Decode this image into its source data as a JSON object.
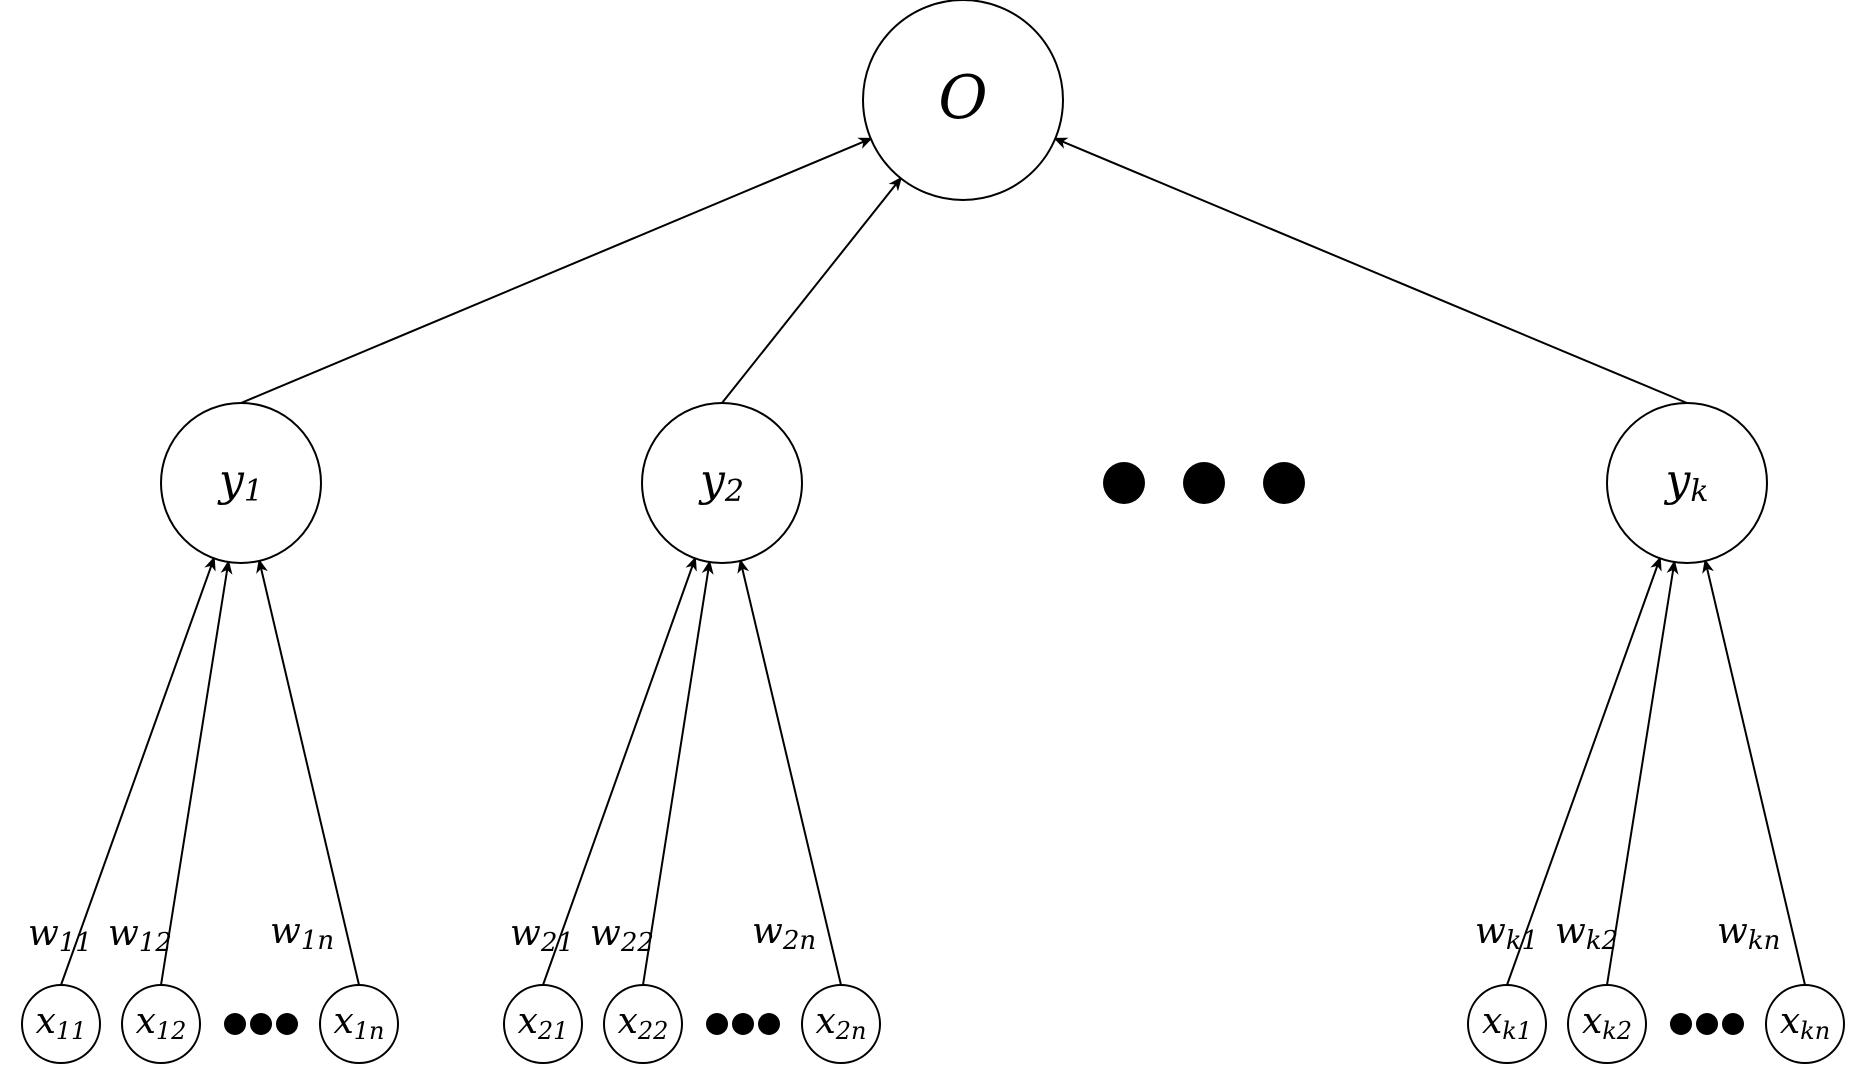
{
  "diagram": {
    "output_node": {
      "id": "O",
      "label": "O"
    },
    "hidden_nodes": [
      {
        "id": "y1",
        "base": "y",
        "sub": "1"
      },
      {
        "id": "y2",
        "base": "y",
        "sub": "2"
      },
      {
        "id": "yk",
        "base": "y",
        "sub": "k"
      }
    ],
    "groups": [
      {
        "parent": "y1",
        "inputs": [
          {
            "id": "x11",
            "base": "x",
            "sub": "11"
          },
          {
            "id": "x12",
            "base": "x",
            "sub": "12"
          },
          {
            "id": "x1n",
            "base": "x",
            "sub": "1n"
          }
        ],
        "weights": [
          {
            "base": "w",
            "sub": "11"
          },
          {
            "base": "w",
            "sub": "12"
          },
          {
            "base": "w",
            "sub": "1n"
          }
        ]
      },
      {
        "parent": "y2",
        "inputs": [
          {
            "id": "x21",
            "base": "x",
            "sub": "21"
          },
          {
            "id": "x22",
            "base": "x",
            "sub": "22"
          },
          {
            "id": "x2n",
            "base": "x",
            "sub": "2n"
          }
        ],
        "weights": [
          {
            "base": "w",
            "sub": "21"
          },
          {
            "base": "w",
            "sub": "22"
          },
          {
            "base": "w",
            "sub": "2n"
          }
        ]
      },
      {
        "parent": "yk",
        "inputs": [
          {
            "id": "xk1",
            "base": "x",
            "sub": "k1"
          },
          {
            "id": "xk2",
            "base": "x",
            "sub": "k2"
          },
          {
            "id": "xkn",
            "base": "x",
            "sub": "kn"
          }
        ],
        "weights": [
          {
            "base": "w",
            "sub": "k1"
          },
          {
            "base": "w",
            "sub": "k2"
          },
          {
            "base": "w",
            "sub": "kn"
          }
        ]
      }
    ],
    "edges": [
      {
        "from": "y1",
        "to": "O"
      },
      {
        "from": "y2",
        "to": "O"
      },
      {
        "from": "yk",
        "to": "O"
      },
      {
        "from": "x11",
        "to": "y1"
      },
      {
        "from": "x12",
        "to": "y1"
      },
      {
        "from": "x1n",
        "to": "y1"
      },
      {
        "from": "x21",
        "to": "y2"
      },
      {
        "from": "x22",
        "to": "y2"
      },
      {
        "from": "x2n",
        "to": "y2"
      },
      {
        "from": "xk1",
        "to": "yk"
      },
      {
        "from": "xk2",
        "to": "yk"
      },
      {
        "from": "xkn",
        "to": "yk"
      }
    ],
    "colors": {
      "stroke": "#000000",
      "fill": "#ffffff"
    }
  }
}
